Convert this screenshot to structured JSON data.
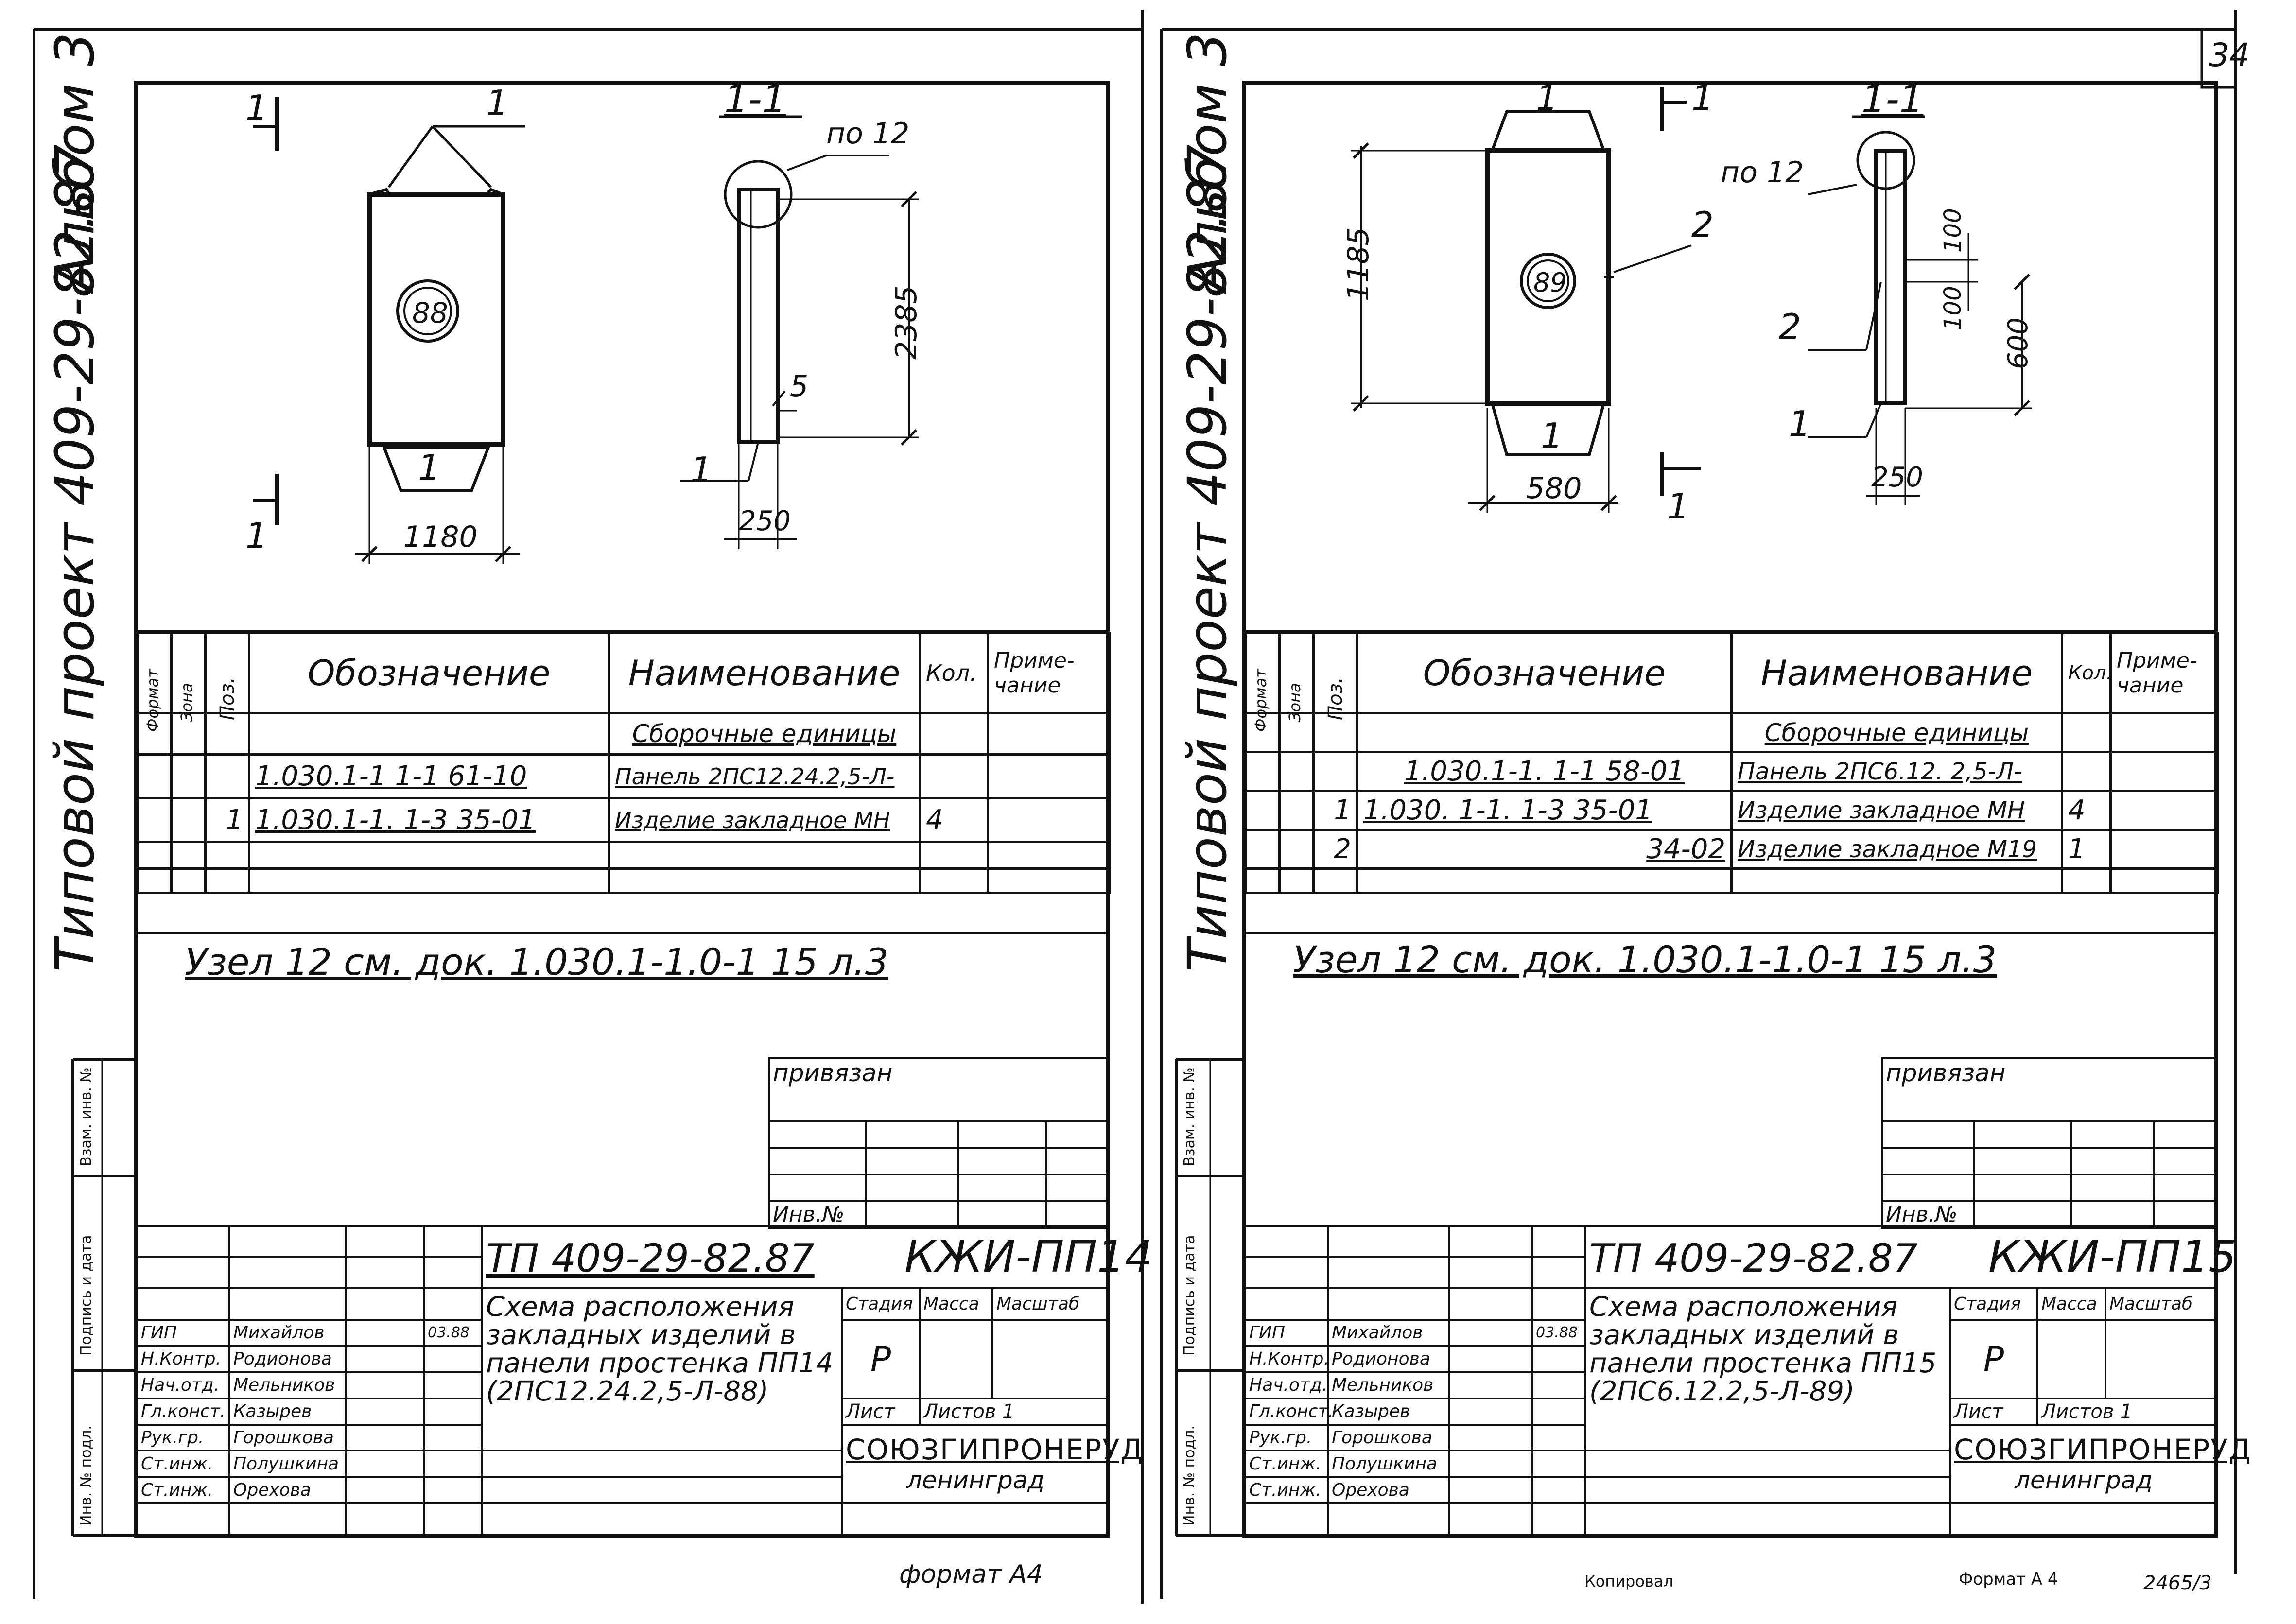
{
  "page_number": "34",
  "footer": {
    "format_left": "формат А4",
    "copied": "Копировал",
    "format_right": "Формат А 4",
    "code": "2465/3"
  },
  "sheets": [
    {
      "side_project": "Типовой проект 409-29-82.87",
      "side_album": "Альбом 3",
      "panel_mark": "88",
      "dims": {
        "width": "1180",
        "height": "2385",
        "thickness": "250",
        "offset": "5"
      },
      "section_label": "1-1",
      "node_label": "по 12",
      "pos_labels": [
        "1",
        "1",
        "1"
      ],
      "cut_marks": [
        "1",
        "1"
      ],
      "spec": {
        "headers": {
          "format": "Формат",
          "zone": "Зона",
          "pos": "Поз.",
          "designation": "Обозначение",
          "name": "Наименование",
          "qty": "Кол.",
          "note": "Приме-чание"
        },
        "group": "Сборочные единицы",
        "rows": [
          {
            "pos": "",
            "designation": "1.030.1-1 1-1 61-10",
            "name": "Панель 2ПС12.24.2,5-Л-",
            "qty": ""
          },
          {
            "pos": "1",
            "designation": "1.030.1-1. 1-3 35-01",
            "name": "Изделие закладное МН",
            "qty": "4"
          },
          {
            "pos": "",
            "designation": "",
            "name": "",
            "qty": ""
          }
        ]
      },
      "note": "Узел 12 см. док. 1.030.1-1.0-1 15 л.3",
      "stamp": {
        "bound": "привязан",
        "inv": "Инв.№",
        "code": "ТП 409-29-82.87",
        "mark": "КЖИ-ПП14",
        "title_lines": [
          "Схема расположения",
          "закладных изделий в",
          "панели простенка ПП14",
          "(2ПС12.24.2,5-Л-88)"
        ],
        "stage_label": "Стадия",
        "mass_label": "Масса",
        "scale_label": "Масштаб",
        "stage": "Р",
        "sheet_label": "Лист",
        "sheets_label": "Листов 1",
        "org": "СОЮЗГИПРОНЕРУД",
        "city": "ленинград",
        "roles": [
          "ГИП",
          "Н.Контр.",
          "Нач.отд.",
          "Гл.конст.",
          "Рук.гр.",
          "Ст.инж.",
          "Ст.инж."
        ],
        "people": [
          "Михайлов",
          "Родионова",
          "Мельников",
          "Казырев",
          "Горошкова",
          "Полушкина",
          "Орехова"
        ],
        "date": "03.88"
      },
      "vertical_labels": [
        "Взам. инв. №",
        "Подпись и дата",
        "Инв. № подл."
      ]
    },
    {
      "side_project": "Типовой проект 409-29-82.87",
      "side_album": "Альбом 3",
      "panel_mark": "89",
      "dims": {
        "width": "580",
        "height": "1185",
        "thickness": "250",
        "d100a": "100",
        "d100b": "100",
        "d600": "600"
      },
      "section_label": "1-1",
      "node_label": "по 12",
      "pos_labels": [
        "1",
        "1",
        "2",
        "2",
        "1"
      ],
      "cut_marks": [
        "1",
        "1"
      ],
      "spec": {
        "headers": {
          "format": "Формат",
          "zone": "Зона",
          "pos": "Поз.",
          "designation": "Обозначение",
          "name": "Наименование",
          "qty": "Кол.",
          "note": "Приме-чание"
        },
        "group": "Сборочные единицы",
        "rows": [
          {
            "pos": "",
            "designation": "1.030.1-1. 1-1 58-01",
            "name": "Панель 2ПС6.12. 2,5-Л-",
            "qty": ""
          },
          {
            "pos": "1",
            "designation": "1.030. 1-1. 1-3 35-01",
            "name": "Изделие закладное МН",
            "qty": "4"
          },
          {
            "pos": "2",
            "designation": "34-02",
            "name": "Изделие закладное М19",
            "qty": "1"
          },
          {
            "pos": "",
            "designation": "",
            "name": "",
            "qty": ""
          }
        ]
      },
      "note": "Узел 12 см. док. 1.030.1-1.0-1 15 л.3",
      "stamp": {
        "bound": "привязан",
        "inv": "Инв.№",
        "code": "ТП 409-29-82.87",
        "mark": "КЖИ-ПП15",
        "title_lines": [
          "Схема расположения",
          "закладных изделий в",
          "панели простенка ПП15",
          "(2ПС6.12.2,5-Л-89)"
        ],
        "stage_label": "Стадия",
        "mass_label": "Масса",
        "scale_label": "Масштаб",
        "stage": "Р",
        "sheet_label": "Лист",
        "sheets_label": "Листов 1",
        "org": "СОЮЗГИПРОНЕРУД",
        "city": "ленинград",
        "roles": [
          "ГИП",
          "Н.Контр.",
          "Нач.отд.",
          "Гл.конст.",
          "Рук.гр.",
          "Ст.инж.",
          "Ст.инж."
        ],
        "people": [
          "Михайлов",
          "Родионова",
          "Мельников",
          "Казырев",
          "Горошкова",
          "Полушкина",
          "Орехова"
        ],
        "date": "03.88"
      },
      "vertical_labels": [
        "Взам. инв. №",
        "Подпись и дата",
        "Инв. № подл."
      ]
    }
  ]
}
